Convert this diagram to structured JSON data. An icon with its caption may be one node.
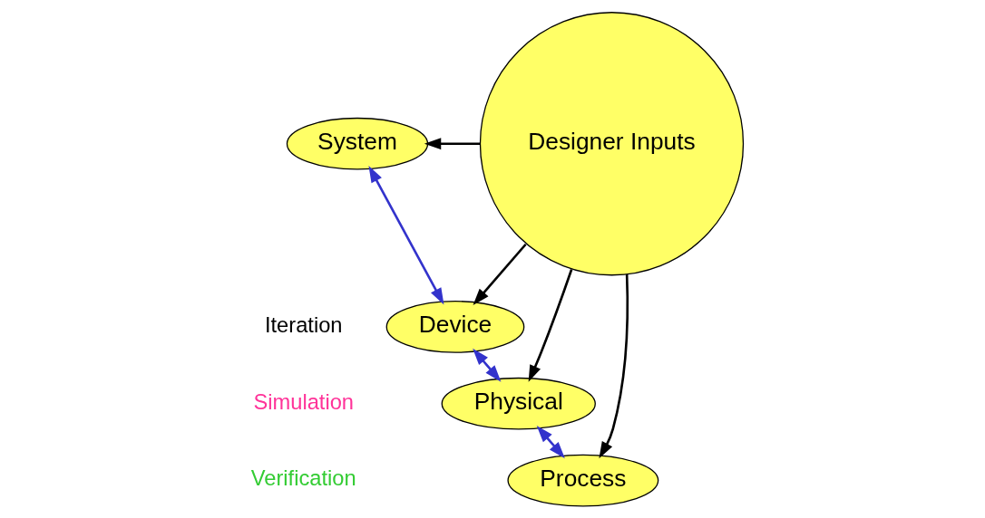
{
  "diagram": {
    "nodes": [
      {
        "text": [
          "System"
        ]
      },
      {
        "text": [
          "Device"
        ]
      },
      {
        "text": [
          "Physical"
        ]
      },
      {
        "text": [
          "Process"
        ]
      },
      {
        "text": [
          "Designer Inputs"
        ]
      }
    ],
    "edges": [
      {
        "from": 4,
        "to": 0,
        "arrow": "to"
      },
      {
        "from": 4,
        "to": 1,
        "arrow": "to"
      },
      {
        "from": 4,
        "to": 2,
        "arrow": "to"
      },
      {
        "from": 4,
        "to": 3,
        "arrow": "to"
      },
      {
        "from": 0,
        "to": 1,
        "arrow": "both",
        "color": "#3333cc"
      },
      {
        "from": 1,
        "to": 2,
        "arrow": "both",
        "color": "#3333cc"
      },
      {
        "from": 2,
        "to": 3,
        "arrow": "both",
        "color": "#3333cc"
      }
    ],
    "labels": [
      "Iteration",
      "Simulation",
      "Verification"
    ]
  }
}
